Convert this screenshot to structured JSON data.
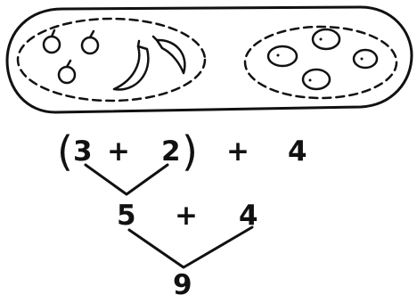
{
  "diagram": {
    "row1": {
      "open_paren": "(",
      "a": "3",
      "op1": "+",
      "b": "2",
      "close_paren": ")",
      "op2": "+",
      "c": "4"
    },
    "row2": {
      "sum_ab": "5",
      "op": "+",
      "c": "4"
    },
    "row3": {
      "total": "9"
    },
    "tray": {
      "group_left_items": [
        "apple",
        "apple",
        "apple",
        "banana",
        "banana"
      ],
      "group_right_items": [
        "potato",
        "potato",
        "potato",
        "potato"
      ]
    }
  }
}
